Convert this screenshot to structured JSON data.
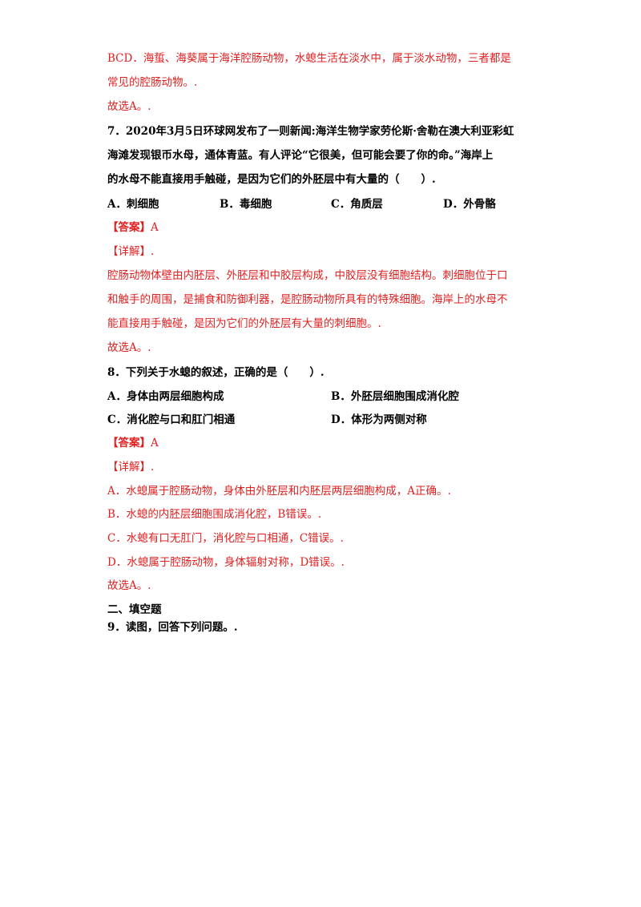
{
  "q6_explain": {
    "line1": "BCD．海蜇、海葵属于海洋腔肠动物，水螅生活在淡水中，属于淡水动物，三者都是",
    "line2": "常见的腔肠动物。.",
    "conclusion": "故选A。."
  },
  "q7": {
    "stem_line1": "7．2020年3月5日环球网发布了一则新闻:海洋生物学家劳伦斯·舍勒在澳大利亚彩虹",
    "stem_line2": "海滩发现银币水母，通体青蓝。有人评论“它很美，但可能会要了你的命。”海岸上",
    "stem_line3": "的水母不能直接用手触碰，是因为它们的外胚层中有大量的（　　）.",
    "options": [
      "A．刺细胞",
      "B．毒细胞",
      "C．角质层",
      "D．外骨骼"
    ],
    "answer_tag": "【答案】",
    "answer_value": "A",
    "detail_tag": "【详解】.",
    "explain_line1": "腔肠动物体壁由内胚层、外胚层和中胶层构成，中胶层没有细胞结构。刺细胞位于口",
    "explain_line2": "和触手的周围，是捕食和防御利器，是腔肠动物所具有的特殊细胞。海岸上的水母不",
    "explain_line3": "能直接用手触碰，是因为它们的外胚层有大量的刺细胞。.",
    "conclusion": "故选A。."
  },
  "q8": {
    "stem": "8．下列关于水螅的叙述，正确的是（　　）.",
    "options": [
      "A．身体由两层细胞构成",
      "B．外胚层细胞围成消化腔",
      "C．消化腔与口和肛门相通",
      "D．体形为两侧对称"
    ],
    "answer_tag": "【答案】",
    "answer_value": "A",
    "detail_tag": "【详解】.",
    "explain_a": "A．水螅属于腔肠动物，身体由外胚层和内胚层两层细胞构成，A正确。.",
    "explain_b": "B．水螅的内胚层细胞围成消化腔，B错误。.",
    "explain_c": "C．水螅有口无肛门，消化腔与口相通，C错误。.",
    "explain_d": "D．水螅属于腔肠动物，身体辐射对称，D错误。.",
    "conclusion": "故选A。."
  },
  "section2": {
    "heading": "二、填空题",
    "q9": "9．读图，回答下列问题。."
  }
}
